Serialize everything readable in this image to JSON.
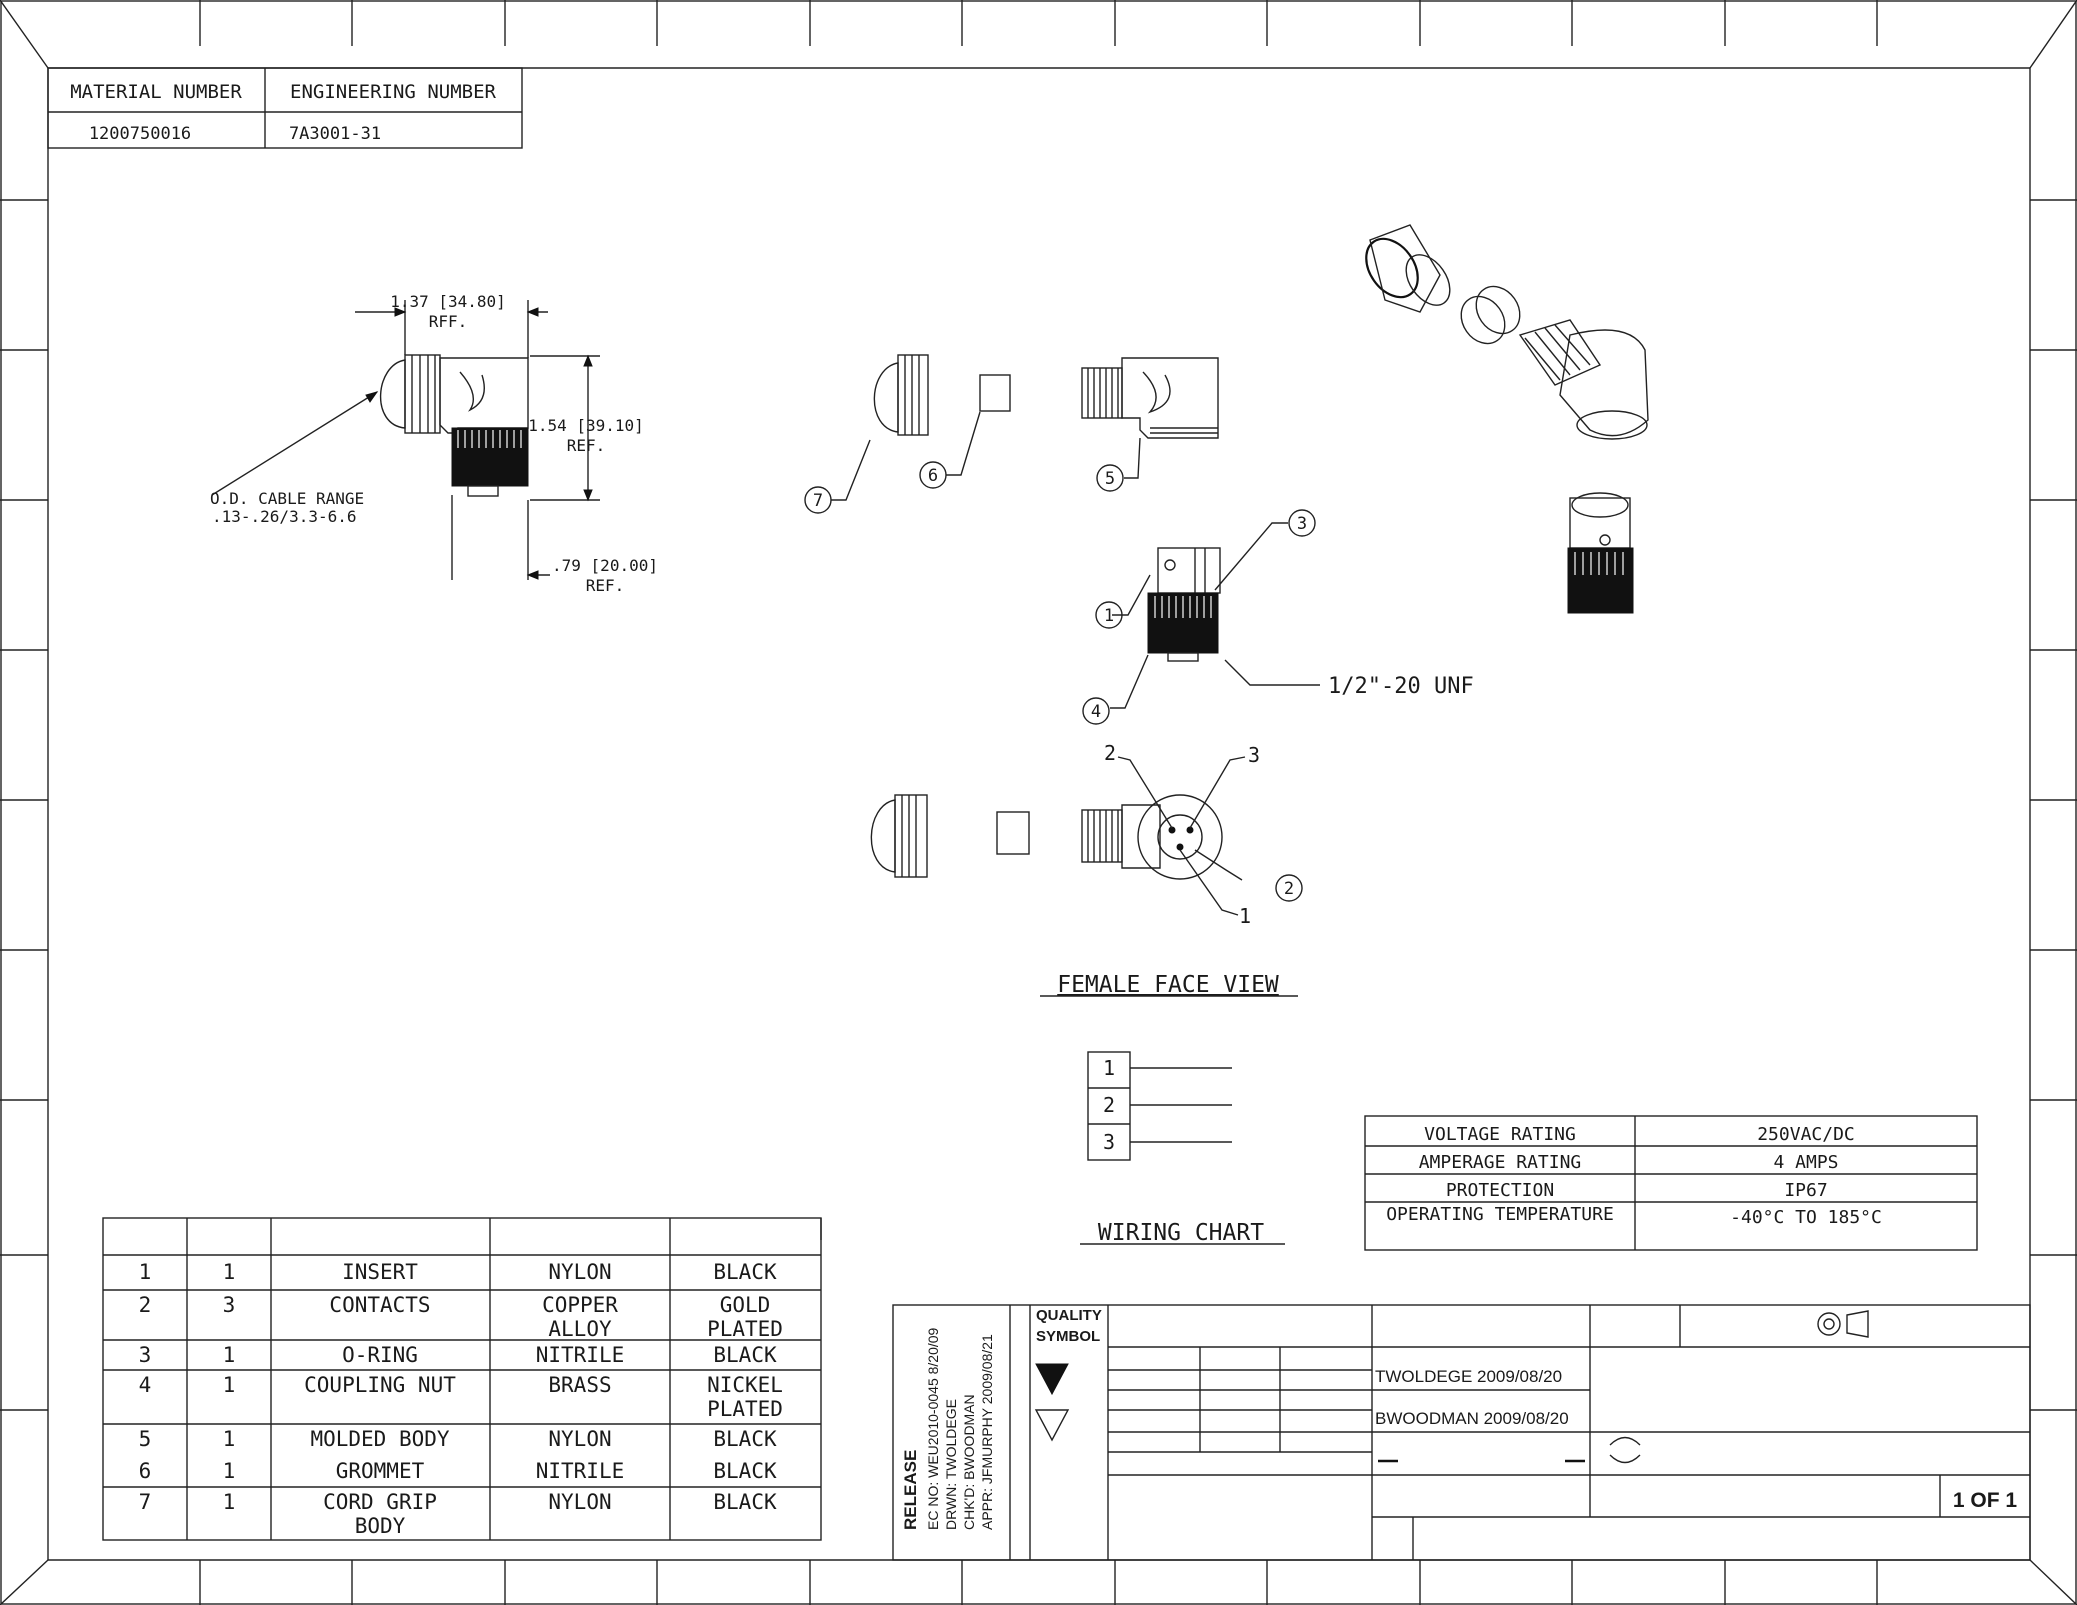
{
  "material_table": {
    "headers": [
      "MATERIAL NUMBER",
      "ENGINEERING NUMBER"
    ],
    "values": [
      "1200750016",
      "7A3001-31"
    ]
  },
  "dimensions": {
    "width_top": "1.37 [34.80]",
    "width_top_ref": "RFF.",
    "height": "1.54 [39.10]",
    "height_ref": "REF.",
    "width_bottom": ".79 [20.00]",
    "width_bottom_ref": "REF.",
    "cable_range_label": "O.D. CABLE RANGE",
    "cable_range_value": ".13-.26/3.3-6.6"
  },
  "callouts": [
    "1",
    "2",
    "3",
    "4",
    "5",
    "6",
    "7"
  ],
  "thread_label": "1/2\"-20 UNF",
  "face_view": {
    "pins": [
      "1",
      "2",
      "3"
    ],
    "callout": "2",
    "title": "FEMALE FACE VIEW"
  },
  "wiring_chart": {
    "pins": [
      "1",
      "2",
      "3"
    ],
    "title": "WIRING CHART"
  },
  "ratings": [
    {
      "label": "VOLTAGE RATING",
      "value": "250VAC/DC"
    },
    {
      "label": "AMPERAGE RATING",
      "value": "4 AMPS"
    },
    {
      "label": "PROTECTION",
      "value": "IP67"
    },
    {
      "label": "OPERATING TEMPERATURE",
      "value": "-40°C TO 185°C"
    }
  ],
  "bom": [
    {
      "item": "1",
      "qty": "1",
      "part": "INSERT",
      "material": "NYLON",
      "finish": "BLACK"
    },
    {
      "item": "2",
      "qty": "3",
      "part": "CONTACTS",
      "material": "COPPER ALLOY",
      "finish": "GOLD PLATED"
    },
    {
      "item": "3",
      "qty": "1",
      "part": "O-RING",
      "material": "NITRILE",
      "finish": "BLACK"
    },
    {
      "item": "4",
      "qty": "1",
      "part": "COUPLING NUT",
      "material": "BRASS",
      "finish": "NICKEL PLATED"
    },
    {
      "item": "5",
      "qty": "1",
      "part": "MOLDED BODY",
      "material": "NYLON",
      "finish": "BLACK"
    },
    {
      "item": "6",
      "qty": "1",
      "part": "GROMMET",
      "material": "NITRILE",
      "finish": "BLACK"
    },
    {
      "item": "7",
      "qty": "1",
      "part": "CORD GRIP BODY",
      "material": "NYLON",
      "finish": "BLACK"
    }
  ],
  "release_block": {
    "title": "RELEASE",
    "lines": [
      "EC NO: WEU2010-0045   8/20/09",
      "DRWN: TWOLDEGE",
      "CHK'D: BWOODMAN",
      "APPR: JFMURPHY 2009/08/21"
    ],
    "quality_symbol_label": "QUALITY SYMBOL"
  },
  "title_block": {
    "drawn": "TWOLDEGE   2009/08/20",
    "checked": "BWOODMAN   2009/08/20",
    "sheet": "1 OF 1"
  }
}
